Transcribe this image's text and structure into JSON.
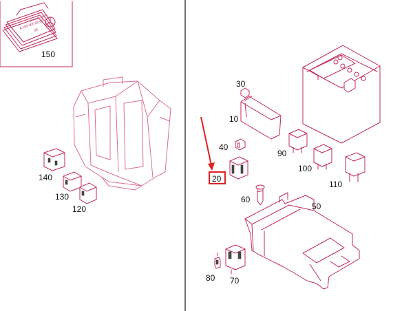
{
  "labels": {
    "p10": "10",
    "p20": "20",
    "p30": "30",
    "p40": "40",
    "p50": "50",
    "p60": "60",
    "p70": "70",
    "p80": "80",
    "p90": "90",
    "p100": "100",
    "p110": "110",
    "p120": "120",
    "p130": "130",
    "p140": "140",
    "p150": "150"
  },
  "booklet_text": [
    "Mercedes-Benz",
    "A 169 000 00 00",
    "00"
  ],
  "highlighted_part": "20",
  "colors": {
    "line_art": "#c0285a",
    "highlight": "#e02020",
    "divider": "#444444",
    "label_text": "#111111"
  }
}
